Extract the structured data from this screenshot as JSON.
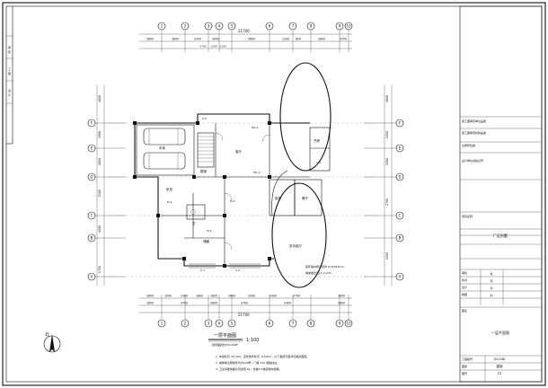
{
  "drawing": {
    "plan_title": "一层平面图",
    "scale": "1:100",
    "area_note": "建筑面积约250.55M²",
    "north_label": "北",
    "axes_top": [
      "1",
      "2",
      "3",
      "4",
      "5",
      "6",
      "7",
      "8",
      "9",
      "10"
    ],
    "axes_bottom": [
      "1",
      "2",
      "3",
      "4",
      "5",
      "6",
      "7",
      "8",
      "9",
      "10"
    ],
    "axes_left": [
      "F",
      "E",
      "D",
      "C",
      "B",
      "A"
    ],
    "axes_right": [
      "F",
      "E",
      "D",
      "C",
      "B",
      "A"
    ],
    "dims_top_total": "21700",
    "dims_top_row": [
      "2800",
      "3800",
      "2000",
      "3000",
      "5600",
      "1200",
      "800",
      "2800",
      "4700"
    ],
    "dims_top_sub": [
      "1700",
      "1200",
      "1100"
    ],
    "dims_bottom_total": "21700",
    "dims_bottom_row": [
      "2800",
      "1500",
      "2300",
      "1800",
      "1800",
      "2600",
      "2000",
      "2300",
      "2700",
      "3000"
    ],
    "dims_bottom_row2": [
      "2800",
      "3700",
      "2800",
      "3700",
      "2400",
      "3600"
    ],
    "dims_left": [
      "4800",
      "3900",
      "2600",
      "2100",
      "4500",
      "1700"
    ],
    "dims_right": [
      "4800",
      "2500",
      "2000",
      "2700",
      "4200"
    ],
    "rooms": {
      "garage": "车库",
      "living": "客厅",
      "dining": "餐厅",
      "kitchen": "厨房",
      "bedroom": "卧室",
      "study": "书房",
      "bath": "卫",
      "stair": "楼梯",
      "multi": "多功能厅",
      "storage": "储藏"
    },
    "doors": [
      "MC-1",
      "MC-2",
      "M-1",
      "M-2",
      "M-3",
      "C-1",
      "C-2",
      "C-3",
      "C-5"
    ],
    "notes": [
      "1. 本层标高 ±0.000，室外地坪标高 -0.450m，以下各层平面详见相关图纸。",
      "2. 墙体除注明者外均为240厚，门垛 120 或贴柱边。",
      "3. 卫生间楼地面比同层低 20，并做1%坡度坡向地漏。"
    ],
    "curve_note": "弧形墙内侧半径详 R=8183mm",
    "curve_note2": "墙体做法见J-1,2-2/7L"
  },
  "title_block": {
    "rows": [
      "施工图审查单位盖章",
      "施工图审查机构盖章",
      "注册师签章",
      "设计单位资格证号",
      "项目名称",
      "厂区别墅",
      "",
      "",
      "",
      "",
      "",
      "审核",
      "校对",
      "设计",
      "制图",
      "图名",
      "一层平面图",
      "工程编号",
      "图别",
      "图号"
    ],
    "project": "厂区别墅",
    "drawing_name": "一层平面图",
    "drawing_no": "04-048",
    "category": "建施",
    "sheet": "03",
    "cells_small": [
      "张",
      "邓",
      "孙",
      "刘"
    ]
  },
  "left_strip": [
    "审",
    "核",
    "工",
    "程",
    "设",
    "计"
  ]
}
